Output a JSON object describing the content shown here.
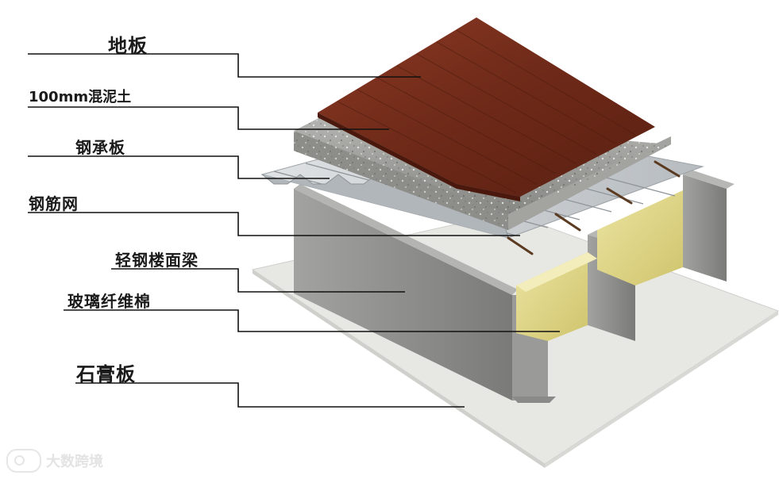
{
  "labels": {
    "floor": "地板",
    "concrete": "100mm混泥土",
    "deck": "钢承板",
    "rebar": "钢筋网",
    "joist": "轻钢楼面梁",
    "insulation": "玻璃纤维棉",
    "gypsum": "石膏板"
  },
  "watermark": "大数跨境",
  "colors": {
    "wood": "#7a2e1c",
    "concrete": "#9a9a98",
    "steel_deck": "#c9cdd0",
    "joist": "#8c8c8a",
    "insulation": "#e2d98a",
    "gypsum": "#e6e6e3",
    "rebar": "#5a3a20",
    "leader": "#111111"
  }
}
